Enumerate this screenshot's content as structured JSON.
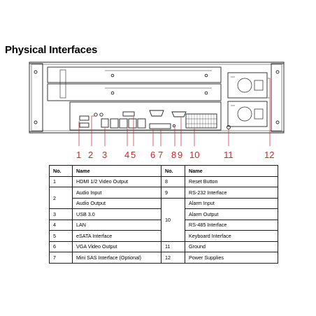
{
  "page": {
    "title": "Physical Interfaces"
  },
  "callouts": [
    "1",
    "2",
    "3",
    "4",
    "5",
    "6",
    "7",
    "8",
    "9",
    "10",
    "11",
    "12"
  ],
  "table": {
    "headers": [
      "No.",
      "Name",
      "No.",
      "Name"
    ],
    "left": [
      {
        "no": "1",
        "names": [
          "HDMI 1/2 Video Output"
        ]
      },
      {
        "no": "2",
        "names": [
          "Audio Input",
          "Audio Output"
        ]
      },
      {
        "no": "3",
        "names": [
          "USB 3.0"
        ]
      },
      {
        "no": "4",
        "names": [
          "LAN"
        ]
      },
      {
        "no": "5",
        "names": [
          "eSATA Interface"
        ]
      },
      {
        "no": "6",
        "names": [
          "VGA Video Output"
        ]
      },
      {
        "no": "7",
        "names": [
          "Mini SAS Interface (Optional)"
        ]
      }
    ],
    "right": [
      {
        "no": "8",
        "names": [
          "Reset Button"
        ]
      },
      {
        "no": "9",
        "names": [
          "RS-232 Interface"
        ]
      },
      {
        "no": "10",
        "names": [
          "Alarm Input",
          "Alarm Output",
          "RS-485 Interface",
          "Keyboard Interface"
        ]
      },
      {
        "no": "11",
        "names": [
          "Ground"
        ]
      },
      {
        "no": "12",
        "names": [
          "Power Supplies"
        ]
      }
    ]
  },
  "colors": {
    "callout": "#d2232a",
    "line": "#1a1a1a"
  }
}
